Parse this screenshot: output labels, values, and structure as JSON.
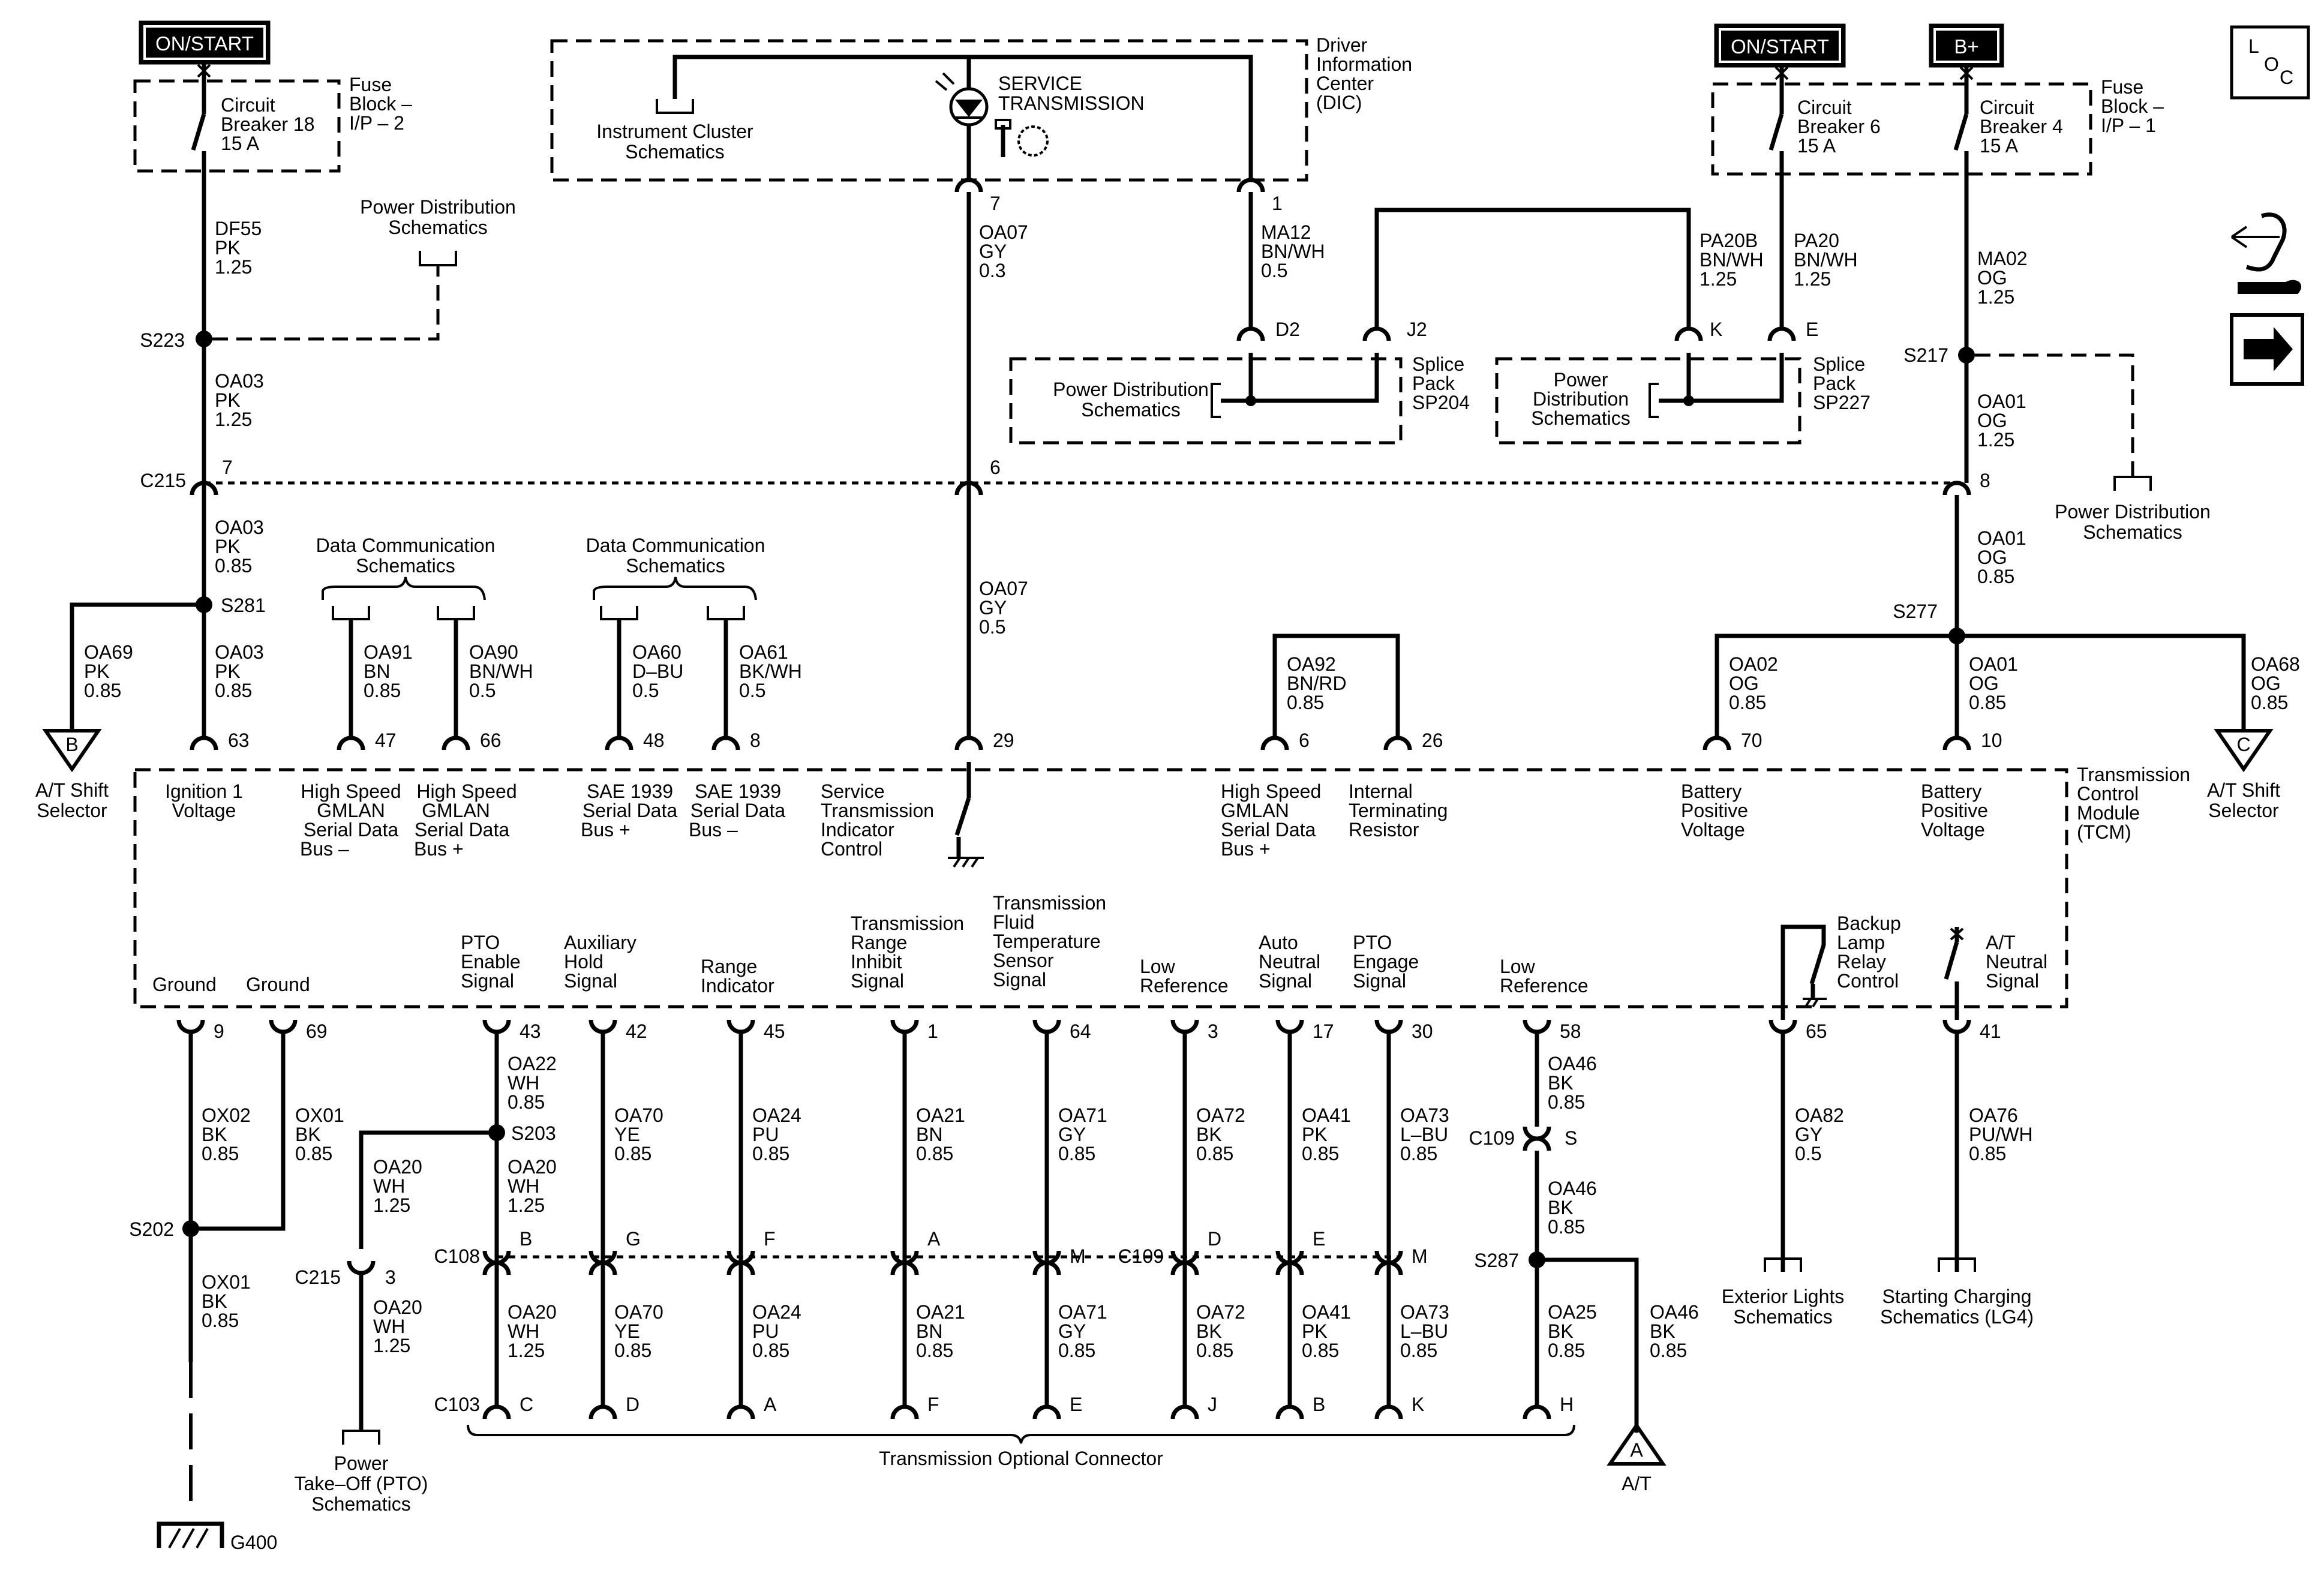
{
  "power": {
    "on_start": "ON/START",
    "b_plus": "B+"
  },
  "loc_icon": {
    "l": "L",
    "o": "O",
    "c": "C"
  },
  "fuse_ip2": {
    "line1": "Fuse",
    "line2": "Block –",
    "line3": "I/P – 2",
    "cb_line1": "Circuit",
    "cb_line2": "Breaker 18",
    "cb_line3": "15 A"
  },
  "fuse_ip1": {
    "line1": "Fuse",
    "line2": "Block –",
    "line3": "I/P – 1",
    "cb6_line1": "Circuit",
    "cb6_line2": "Breaker 6",
    "cb6_line3": "15 A",
    "cb4_line1": "Circuit",
    "cb4_line2": "Breaker 4",
    "cb4_line3": "15 A"
  },
  "dic": {
    "line1": "Driver",
    "line2": "Information",
    "line3": "Center",
    "line4": "(DIC)",
    "cluster1": "Instrument Cluster",
    "cluster2": "Schematics",
    "service1": "SERVICE",
    "service2": "TRANSMISSION"
  },
  "splices": {
    "sp204_1": "Splice",
    "sp204_2": "Pack",
    "sp204_3": "SP204",
    "sp204_pd1": "Power Distribution",
    "sp204_pd2": "Schematics",
    "sp227_1": "Splice",
    "sp227_2": "Pack",
    "sp227_3": "SP227",
    "sp227_pd1": "Power",
    "sp227_pd2": "Distribution",
    "sp227_pd3": "Schematics",
    "d2": "D2",
    "j2": "J2",
    "k": "K",
    "e": "E",
    "s223": "S223",
    "s217": "S217",
    "s281": "S281",
    "s277": "S277",
    "s203": "S203",
    "s202": "S202",
    "s287": "S287"
  },
  "refs": {
    "pd1": "Power Distribution",
    "pd2": "Schematics",
    "pd3": "Power Distribution",
    "pd4": "Schematics",
    "dc1": "Data Communication",
    "dc2": "Schematics",
    "dc3": "Data Communication",
    "dc4": "Schematics",
    "ext1": "Exterior Lights",
    "ext2": "Schematics",
    "sc1": "Starting Charging",
    "sc2": "Schematics (LG4)",
    "pto1": "Power",
    "pto2": "Take–Off (PTO)",
    "pto3": "Schematics",
    "opt": "Transmission Optional Connector",
    "atb1": "A/T Shift",
    "atb2": "Selector",
    "atc1": "A/T Shift",
    "atc2": "Selector",
    "ata": "A/T",
    "offb": "B",
    "offc": "C",
    "offa": "A"
  },
  "connectors": {
    "c215": "C215",
    "c215b": "C215",
    "c108": "C108",
    "c109": "C109",
    "c109b": "C109",
    "c103": "C103",
    "g400": "G400"
  },
  "wires": {
    "df55": "DF55",
    "df55c": "PK",
    "df55s": "1.25",
    "oa03a": "OA03",
    "oa03ac": "PK",
    "oa03as": "1.25",
    "oa03b": "OA03",
    "oa03bc": "PK",
    "oa03bs": "0.85",
    "oa03c": "OA03",
    "oa03cc": "PK",
    "oa03cs": "0.85",
    "oa69": "OA69",
    "oa69c": "PK",
    "oa69s": "0.85",
    "oa91": "OA91",
    "oa91c": "BN",
    "oa91s": "0.85",
    "oa90": "OA90",
    "oa90c": "BN/WH",
    "oa90s": "0.5",
    "oa60": "OA60",
    "oa60c": "D–BU",
    "oa60s": "0.5",
    "oa61": "OA61",
    "oa61c": "BK/WH",
    "oa61s": "0.5",
    "oa07a": "OA07",
    "oa07ac": "GY",
    "oa07as": "0.3",
    "oa07b": "OA07",
    "oa07bc": "GY",
    "oa07bs": "0.5",
    "ma12": "MA12",
    "ma12c": "BN/WH",
    "ma12s": "0.5",
    "pa20b": "PA20B",
    "pa20bc": "BN/WH",
    "pa20bs": "1.25",
    "pa20": "PA20",
    "pa20c": "BN/WH",
    "pa20s": "1.25",
    "ma02": "MA02",
    "ma02c": "OG",
    "ma02s": "1.25",
    "oa01a": "OA01",
    "oa01ac": "OG",
    "oa01as": "1.25",
    "oa01b": "OA01",
    "oa01bc": "OG",
    "oa01bs": "0.85",
    "oa01c": "OA01",
    "oa01cc": "OG",
    "oa01cs": "0.85",
    "oa02": "OA02",
    "oa02c": "OG",
    "oa02s": "0.85",
    "oa68": "OA68",
    "oa68c": "OG",
    "oa68s": "0.85",
    "oa92": "OA92",
    "oa92c": "BN/RD",
    "oa92s": "0.85",
    "ox02": "OX02",
    "ox02c": "BK",
    "ox02s": "0.85",
    "ox01a": "OX01",
    "ox01ac": "BK",
    "ox01as": "0.85",
    "ox01b": "OX01",
    "ox01bc": "BK",
    "ox01bs": "0.85",
    "oa22": "OA22",
    "oa22c": "WH",
    "oa22s": "0.85",
    "oa20a": "OA20",
    "oa20ac": "WH",
    "oa20as": "1.25",
    "oa20b": "OA20",
    "oa20bc": "WH",
    "oa20bs": "1.25",
    "oa20c": "OA20",
    "oa20cc": "WH",
    "oa20cs": "1.25",
    "oa20d": "OA20",
    "oa20dc": "WH",
    "oa20ds": "1.25",
    "oa70a": "OA70",
    "oa70ac": "YE",
    "oa70as": "0.85",
    "oa70b": "OA70",
    "oa70bc": "YE",
    "oa70bs": "0.85",
    "oa24a": "OA24",
    "oa24ac": "PU",
    "oa24as": "0.85",
    "oa24b": "OA24",
    "oa24bc": "PU",
    "oa24bs": "0.85",
    "oa21a": "OA21",
    "oa21ac": "BN",
    "oa21as": "0.85",
    "oa21b": "OA21",
    "oa21bc": "BN",
    "oa21bs": "0.85",
    "oa71a": "OA71",
    "oa71ac": "GY",
    "oa71as": "0.85",
    "oa71b": "OA71",
    "oa71bc": "GY",
    "oa71bs": "0.85",
    "oa72a": "OA72",
    "oa72ac": "BK",
    "oa72as": "0.85",
    "oa72b": "OA72",
    "oa72bc": "BK",
    "oa72bs": "0.85",
    "oa41a": "OA41",
    "oa41ac": "PK",
    "oa41as": "0.85",
    "oa41b": "OA41",
    "oa41bc": "PK",
    "oa41bs": "0.85",
    "oa73a": "OA73",
    "oa73ac": "L–BU",
    "oa73as": "0.85",
    "oa73b": "OA73",
    "oa73bc": "L–BU",
    "oa73bs": "0.85",
    "oa46a": "OA46",
    "oa46ac": "BK",
    "oa46as": "0.85",
    "oa46b": "OA46",
    "oa46bc": "BK",
    "oa46bs": "0.85",
    "oa46c": "OA46",
    "oa46cc": "BK",
    "oa46cs": "0.85",
    "oa25": "OA25",
    "oa25c": "BK",
    "oa25s": "0.85",
    "oa82": "OA82",
    "oa82c": "GY",
    "oa82s": "0.5",
    "oa76": "OA76",
    "oa76c": "PU/WH",
    "oa76s": "0.85"
  },
  "pins": {
    "top7": "7",
    "top6": "6",
    "top8": "8",
    "dic7": "7",
    "dic1": "1",
    "p63": "63",
    "p47": "47",
    "p66": "66",
    "p48": "48",
    "p8": "8",
    "p29": "29",
    "p6": "6",
    "p26": "26",
    "p70": "70",
    "p10": "10",
    "p9": "9",
    "p69": "69",
    "p43": "43",
    "p42": "42",
    "p45": "45",
    "p1": "1",
    "p64": "64",
    "p3": "3",
    "p17": "17",
    "p30": "30",
    "p58": "58",
    "p65": "65",
    "p41": "41",
    "c108b": "B",
    "c108g": "G",
    "c108f": "F",
    "c108a": "A",
    "c108m": "M",
    "c109d": "D",
    "c109e": "E",
    "c109m": "M",
    "c103c": "C",
    "c103d": "D",
    "c103a": "A",
    "c103f": "F",
    "c103e": "E",
    "c103j": "J",
    "c103b": "B",
    "c103k": "K",
    "c103h": "H",
    "c109s": "S",
    "c215_3": "3"
  },
  "tcm": {
    "name1": "Transmission",
    "name2": "Control",
    "name3": "Module",
    "name4": "(TCM)",
    "ign1": "Ignition 1",
    "ign2": "Voltage",
    "hsm1": "High Speed",
    "hsm2": "GMLAN",
    "hsm3": "Serial Data",
    "hsm4": "Bus –",
    "hsp1": "High Speed",
    "hsp2": "GMLAN",
    "hsp3": "Serial Data",
    "hsp4": "Bus +",
    "saep1": "SAE 1939",
    "saep2": "Serial Data",
    "saep3": "Bus +",
    "saem1": "SAE 1939",
    "saem2": "Serial Data",
    "saem3": "Bus –",
    "sti1": "Service",
    "sti2": "Transmission",
    "sti3": "Indicator",
    "sti4": "Control",
    "hs2_1": "High Speed",
    "hs2_2": "GMLAN",
    "hs2_3": "Serial Data",
    "hs2_4": "Bus +",
    "itr1": "Internal",
    "itr2": "Terminating",
    "itr3": "Resistor",
    "bat1a": "Battery",
    "bat1b": "Positive",
    "bat1c": "Voltage",
    "bat2a": "Battery",
    "bat2b": "Positive",
    "bat2c": "Voltage",
    "gnd1": "Ground",
    "gnd2": "Ground",
    "pto1": "PTO",
    "pto2": "Enable",
    "pto3": "Signal",
    "aux1": "Auxiliary",
    "aux2": "Hold",
    "aux3": "Signal",
    "rng1": "Range",
    "rng2": "Indicator",
    "tri1": "Transmission",
    "tri2": "Range",
    "tri3": "Inhibit",
    "tri4": "Signal",
    "tft1": "Transmission",
    "tft2": "Fluid",
    "tft3": "Temperature",
    "tft4": "Sensor",
    "tft5": "Signal",
    "lr1": "Low",
    "lr2": "Reference",
    "an1": "Auto",
    "an2": "Neutral",
    "an3": "Signal",
    "pe1": "PTO",
    "pe2": "Engage",
    "pe3": "Signal",
    "lr3": "Low",
    "lr4": "Reference",
    "bl1": "Backup",
    "bl2": "Lamp",
    "bl3": "Relay",
    "bl4": "Control",
    "atn1": "A/T",
    "atn2": "Neutral",
    "atn3": "Signal"
  }
}
